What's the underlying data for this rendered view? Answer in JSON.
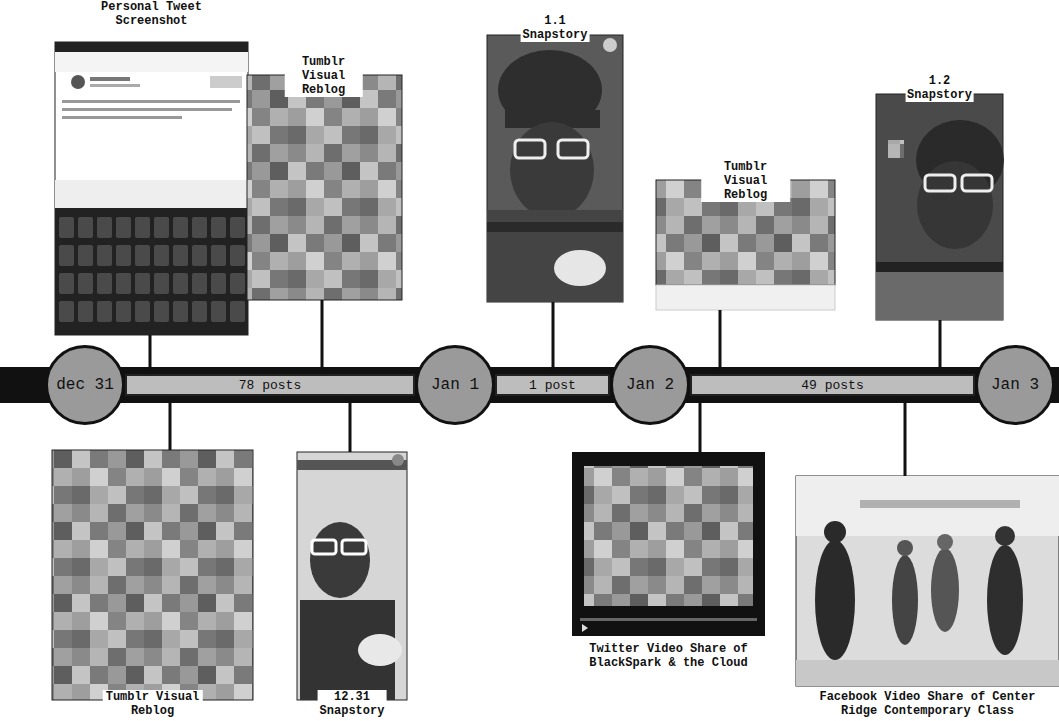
{
  "diagram": {
    "nodes": [
      {
        "text": [
          "dec 31"
        ]
      },
      {
        "text": [
          "78 posts"
        ]
      },
      {
        "text": [
          "Jan 1"
        ]
      },
      {
        "text": [
          "1 post"
        ]
      },
      {
        "text": [
          "Jan 2"
        ]
      },
      {
        "text": [
          "49 posts"
        ]
      },
      {
        "text": [
          "Jan 3"
        ]
      },
      {
        "text": [
          "Personal Tweet Screenshot"
        ]
      },
      {
        "text": [
          "Tumblr Visual Reblog"
        ]
      },
      {
        "text": [
          "1.1 Snapstory"
        ]
      },
      {
        "text": [
          "Tumblr Visual Reblog"
        ]
      },
      {
        "text": [
          "1.2 Snapstory"
        ]
      },
      {
        "text": [
          "Tumblr Visual Reblog"
        ]
      },
      {
        "text": [
          "12.31 Snapstory"
        ]
      },
      {
        "text": [
          "Twitter Video Share of BlackSpark & the Cloud"
        ]
      },
      {
        "text": [
          "Facebook Video Share of Center Ridge Contemporary Class"
        ]
      }
    ],
    "edges": [
      {
        "from": 7,
        "to": 1,
        "arrow": "none"
      },
      {
        "from": 8,
        "to": 1,
        "arrow": "none"
      },
      {
        "from": 12,
        "to": 1,
        "arrow": "none"
      },
      {
        "from": 13,
        "to": 1,
        "arrow": "none"
      },
      {
        "from": 9,
        "to": 3,
        "arrow": "none"
      },
      {
        "from": 10,
        "to": 5,
        "arrow": "none"
      },
      {
        "from": 11,
        "to": 5,
        "arrow": "none"
      },
      {
        "from": 14,
        "to": 5,
        "arrow": "none"
      },
      {
        "from": 15,
        "to": 5,
        "arrow": "none"
      }
    ]
  }
}
